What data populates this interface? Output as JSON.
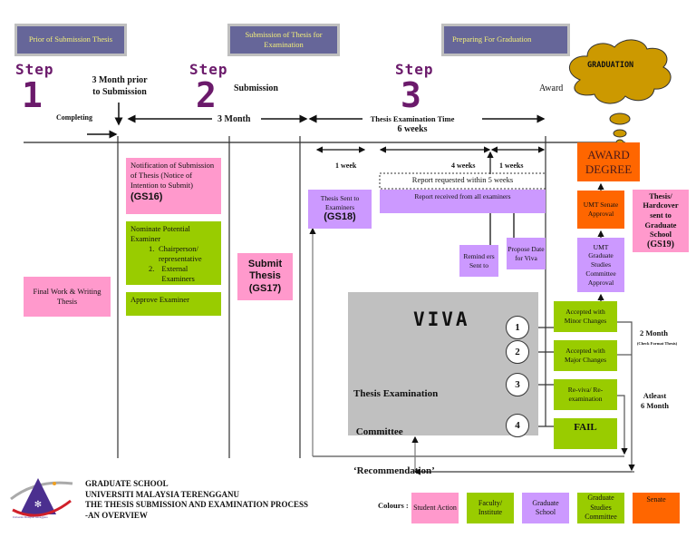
{
  "phases": [
    {
      "label": "Prior  of Submission Thesis"
    },
    {
      "label": "Submission of  Thesis for Examination"
    },
    {
      "label": "Preparing For Graduation"
    }
  ],
  "steps": [
    {
      "word": "Step",
      "number": "1"
    },
    {
      "word": "Step",
      "number": "2"
    },
    {
      "word": "Step",
      "number": "3"
    }
  ],
  "timeline": {
    "prior_label_line1": "3 Month prior",
    "prior_label_line2": "to Submission",
    "completing": "Completing",
    "three_month": "3 Month",
    "submission": "Submission",
    "exam_time_line1": "Thesis Examination Time",
    "exam_time_line2": "6 weeks",
    "award": "Award",
    "one_week": "1 week",
    "four_weeks": "4 weeks",
    "one_weeks": "1 weeks"
  },
  "graduation_cloud": "GRADUATION",
  "boxes": {
    "final_work": "Final Work & Writing Thesis",
    "notification": "Notification of Submission of Thesis (Notice of Intention to Submit)",
    "notification_code": "(GS16)",
    "nominate_title": "Nominate Potential Examiner",
    "nominate_items": [
      "Chairperson/ representative",
      "External Examiners"
    ],
    "approve_examiner": "Approve Examiner",
    "submit_thesis_line1": "Submit",
    "submit_thesis_line2": "Thesis",
    "submit_thesis_code": "(GS17)",
    "thesis_sent": "Thesis Sent to Examiners",
    "thesis_sent_code": "(GS18)",
    "report_requested": "Report  requested within 5 weeks",
    "report_received": "Report received from all examiners",
    "reminders": "Remind ers Sent to",
    "propose_date": "Propose Date for Viva",
    "award_degree_line1": "AWARD",
    "award_degree_line2": "DEGREE",
    "senate_approval": "UMT Senate Approval",
    "gsc_approval": "UMT Graduate Studies Committee Approval",
    "hardcover": "Thesis/ Hardcover sent to Graduate School",
    "hardcover_code": "(GS19)"
  },
  "viva": {
    "title": "VIVA",
    "subtitle_line1": "Thesis Examination",
    "subtitle_line2": " Committee",
    "subtitle_line3": "‘Recommendation’",
    "outcomes": [
      {
        "num": "1",
        "label": "Accepted with Minor Changes"
      },
      {
        "num": "2",
        "label": "Accepted with Major Changes"
      },
      {
        "num": "3",
        "label": "Re-viva/ Re-examination"
      },
      {
        "num": "4",
        "label": "FAIL"
      }
    ],
    "two_month": "2 Month",
    "check_format": "(Check Format Thesis)",
    "atleast_line1": "Atleast",
    "atleast_line2": "6 Month"
  },
  "footer": {
    "line1": "GRADUATE  SCHOOL",
    "line2": "UNIVERSITI MALAYSIA TERENGGANU",
    "line3": "THE THESIS SUBMISSION AND EXAMINATION PROCESS",
    "line4": " -AN OVERVIEW",
    "logo_caption": "Universiti Malaysia Terengganu"
  },
  "legend": {
    "title": "Colours :",
    "items": [
      {
        "label": "Student Action",
        "color": "#ff99cc"
      },
      {
        "label": "Faculty/ Institute",
        "color": "#99cc00"
      },
      {
        "label": "Graduate School",
        "color": "#cc99ff"
      },
      {
        "label": "Graduate Studies Committee",
        "color": "#99cc00"
      },
      {
        "label": "Senate",
        "color": "#ff6600"
      }
    ]
  }
}
